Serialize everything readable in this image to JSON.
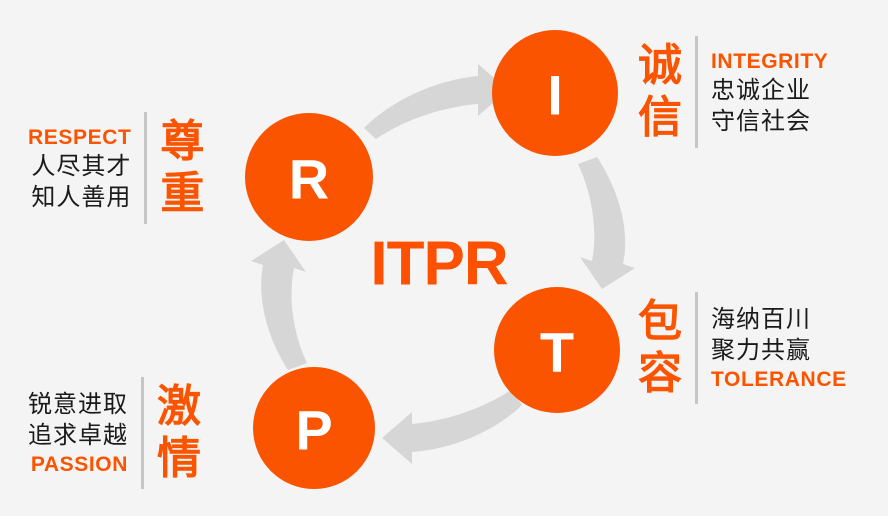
{
  "meta": {
    "background_color": "#F4F4F4",
    "accent_color": "#FA5400",
    "center_text_color": "#FD5000",
    "arrow_color": "#D6D6D6",
    "divider_color": "#C6C6C6",
    "body_text_color": "#1A1A1A"
  },
  "center": {
    "label": "ITPR"
  },
  "nodes": [
    {
      "letter": "I",
      "name": "integrity"
    },
    {
      "letter": "T",
      "name": "tolerance"
    },
    {
      "letter": "P",
      "name": "passion"
    },
    {
      "letter": "R",
      "name": "respect"
    }
  ],
  "blocks": {
    "respect": {
      "big": "尊\n重",
      "english": "RESPECT",
      "cn_line1": "人尽其才",
      "cn_line2": "知人善用"
    },
    "integrity": {
      "big": "诚\n信",
      "english": "INTEGRITY",
      "cn_line1": "忠诚企业",
      "cn_line2": "守信社会"
    },
    "tolerance": {
      "big": "包\n容",
      "english": "TOLERANCE",
      "cn_line1": "海纳百川",
      "cn_line2": "聚力共赢"
    },
    "passion": {
      "big": "激\n情",
      "english": "PASSION",
      "cn_line1": "锐意进取",
      "cn_line2": "追求卓越"
    }
  },
  "arrows": [
    {
      "name": "arrow-r-to-i",
      "from": "R",
      "to": "I"
    },
    {
      "name": "arrow-i-to-t",
      "from": "I",
      "to": "T"
    },
    {
      "name": "arrow-t-to-p",
      "from": "T",
      "to": "P"
    },
    {
      "name": "arrow-p-to-r",
      "from": "P",
      "to": "R"
    }
  ]
}
